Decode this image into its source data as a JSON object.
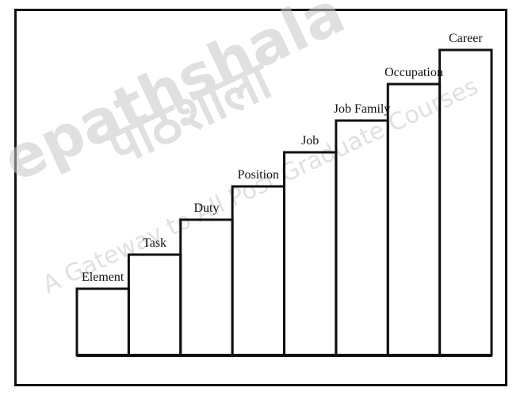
{
  "watermark": {
    "brand": "epathshala",
    "hindi": "पाठशाला",
    "tagline": "A Gateway to All Post Graduate Courses"
  },
  "diagram": {
    "steps": [
      "Element",
      "Task",
      "Duty",
      "Position",
      "Job",
      "Job Family",
      "Occupation",
      "Career"
    ],
    "stroke_color": "#111111"
  }
}
